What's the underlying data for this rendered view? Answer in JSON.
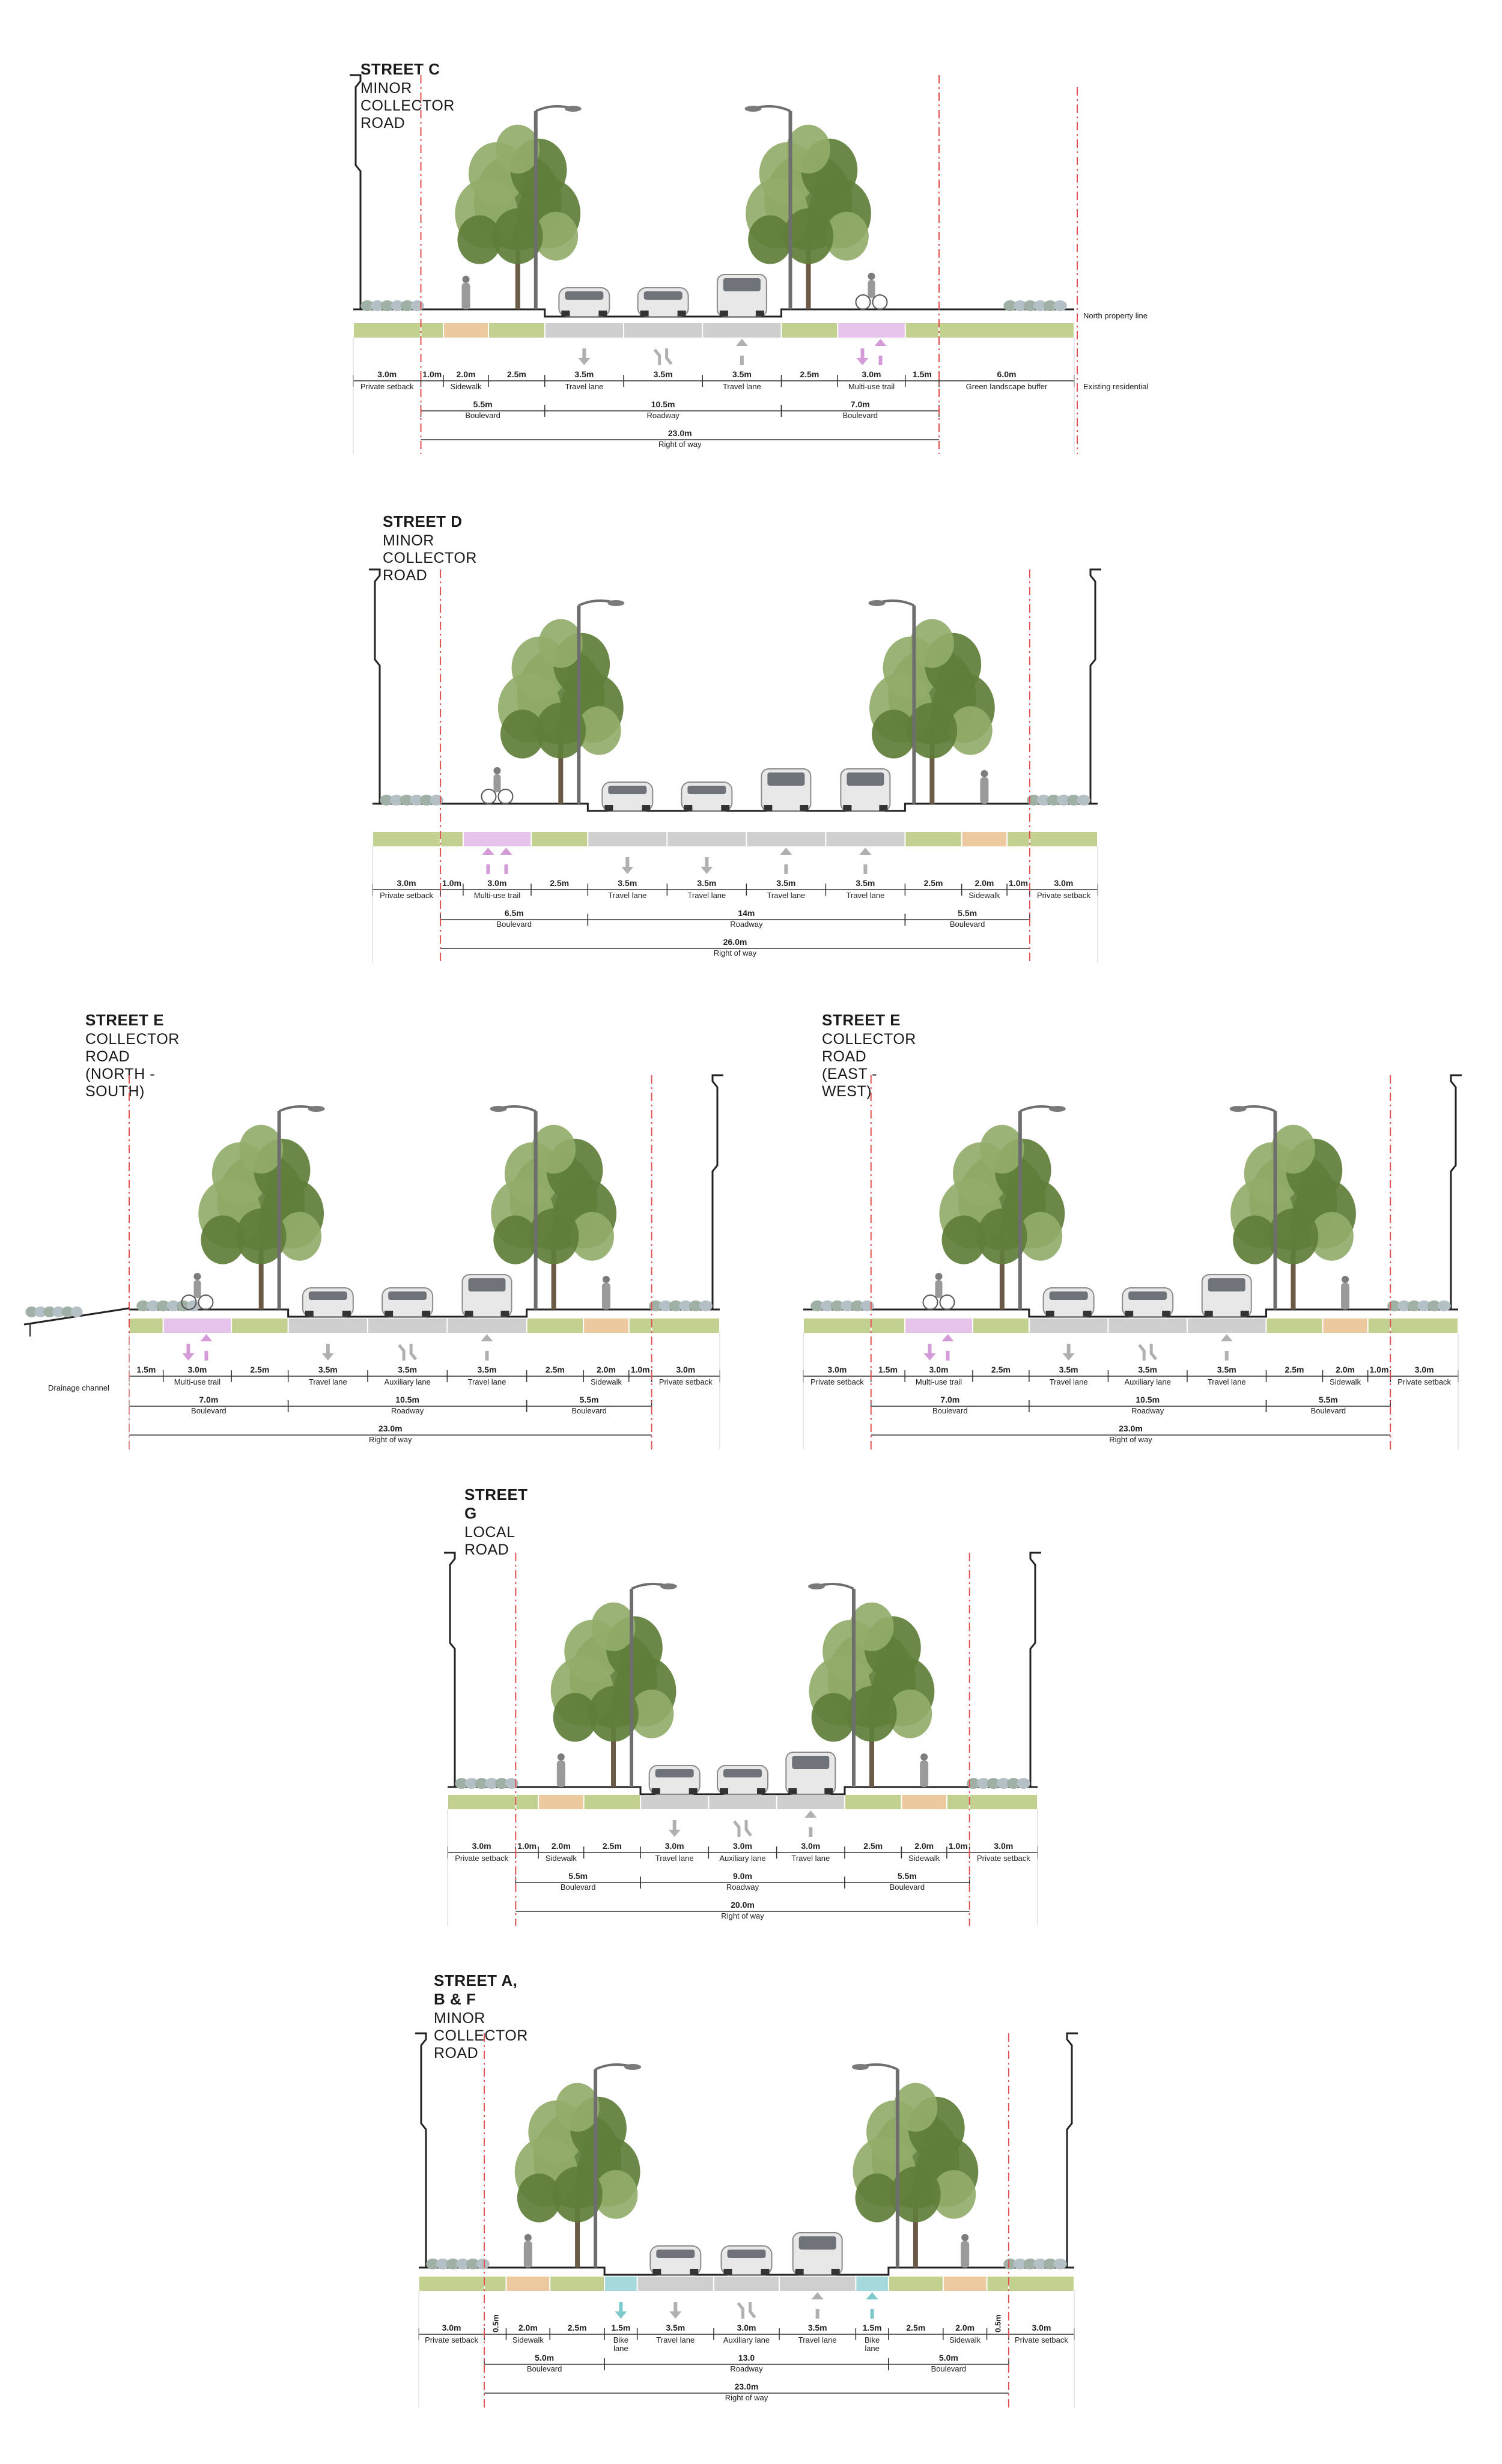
{
  "colors": {
    "green": "#c2d18f",
    "sidewalk": "#ecc99f",
    "trail": "#e6c3ea",
    "road": "#cfcfcf",
    "bike": "#a6d9dc",
    "redline": "#e05050",
    "tree_dark": "#5f7e3a",
    "tree_light": "#93ad6a",
    "arrow_grey": "#b0b0b0",
    "arrow_pink": "#d59bd9",
    "arrow_teal": "#7ec9cc"
  },
  "sections": [
    {
      "name": "STREET C",
      "type": "MINOR COLLECTOR ROAD",
      "strips": [
        {
          "w": 3.0,
          "kind": "green",
          "arrow": "none",
          "label": "3.0m",
          "sub": "Private setback"
        },
        {
          "w": 1.0,
          "kind": "green",
          "arrow": "none",
          "label": "1.0m",
          "sub": ""
        },
        {
          "w": 2.0,
          "kind": "sidewalk",
          "arrow": "none",
          "label": "2.0m",
          "sub": "Sidewalk"
        },
        {
          "w": 2.5,
          "kind": "green",
          "arrow": "none",
          "label": "2.5m",
          "sub": ""
        },
        {
          "w": 3.5,
          "kind": "road",
          "arrow": "down",
          "label": "3.5m",
          "sub": "Travel lane"
        },
        {
          "w": 3.5,
          "kind": "road",
          "arrow": "turn",
          "label": "3.5m",
          "sub": ""
        },
        {
          "w": 3.5,
          "kind": "road",
          "arrow": "up",
          "label": "3.5m",
          "sub": "Travel lane"
        },
        {
          "w": 2.5,
          "kind": "green",
          "arrow": "none",
          "label": "2.5m",
          "sub": ""
        },
        {
          "w": 3.0,
          "kind": "trail",
          "arrow": "pink-both",
          "label": "3.0m",
          "sub": "Multi-use trail"
        },
        {
          "w": 1.5,
          "kind": "green",
          "arrow": "none",
          "label": "1.5m",
          "sub": ""
        },
        {
          "w": 6.0,
          "kind": "green",
          "arrow": "none",
          "label": "6.0m",
          "sub": "Green landscape buffer"
        }
      ],
      "spans": [
        {
          "from": 1,
          "to": 3,
          "label": "5.5m",
          "sub": "Boulevard"
        },
        {
          "from": 4,
          "to": 6,
          "label": "10.5m",
          "sub": "Roadway"
        },
        {
          "from": 7,
          "to": 9,
          "label": "7.0m",
          "sub": "Boulevard"
        }
      ],
      "row": {
        "label": "23.0m",
        "sub": "Right of way"
      },
      "notes": {
        "right_upper": "North property line",
        "right_lower": "Existing residential"
      }
    },
    {
      "name": "STREET D",
      "type": "MINOR COLLECTOR ROAD",
      "strips": [
        {
          "w": 3.0,
          "kind": "green",
          "arrow": "none",
          "label": "3.0m",
          "sub": "Private setback"
        },
        {
          "w": 1.0,
          "kind": "green",
          "arrow": "none",
          "label": "1.0m",
          "sub": ""
        },
        {
          "w": 3.0,
          "kind": "trail",
          "arrow": "pink-up",
          "label": "3.0m",
          "sub": "Multi-use trail"
        },
        {
          "w": 2.5,
          "kind": "green",
          "arrow": "none",
          "label": "2.5m",
          "sub": ""
        },
        {
          "w": 3.5,
          "kind": "road",
          "arrow": "down",
          "label": "3.5m",
          "sub": "Travel lane"
        },
        {
          "w": 3.5,
          "kind": "road",
          "arrow": "down",
          "label": "3.5m",
          "sub": "Travel lane"
        },
        {
          "w": 3.5,
          "kind": "road",
          "arrow": "up",
          "label": "3.5m",
          "sub": "Travel lane"
        },
        {
          "w": 3.5,
          "kind": "road",
          "arrow": "up",
          "label": "3.5m",
          "sub": "Travel lane"
        },
        {
          "w": 2.5,
          "kind": "green",
          "arrow": "none",
          "label": "2.5m",
          "sub": ""
        },
        {
          "w": 2.0,
          "kind": "sidewalk",
          "arrow": "none",
          "label": "2.0m",
          "sub": "Sidewalk"
        },
        {
          "w": 1.0,
          "kind": "green",
          "arrow": "none",
          "label": "1.0m",
          "sub": ""
        },
        {
          "w": 3.0,
          "kind": "green",
          "arrow": "none",
          "label": "3.0m",
          "sub": "Private setback"
        }
      ],
      "spans": [
        {
          "from": 1,
          "to": 3,
          "label": "6.5m",
          "sub": "Boulevard"
        },
        {
          "from": 4,
          "to": 7,
          "label": "14m",
          "sub": "Roadway"
        },
        {
          "from": 8,
          "to": 10,
          "label": "5.5m",
          "sub": "Boulevard"
        }
      ],
      "row": {
        "label": "26.0m",
        "sub": "Right of way"
      },
      "notes": {
        "right_upper": "",
        "right_lower": ""
      }
    },
    {
      "name": "STREET E",
      "type": "COLLECTOR ROAD (NORTH - SOUTH)",
      "strips": [
        {
          "w": 1.5,
          "kind": "green",
          "arrow": "none",
          "label": "1.5m",
          "sub": ""
        },
        {
          "w": 3.0,
          "kind": "trail",
          "arrow": "pink-both",
          "label": "3.0m",
          "sub": "Multi-use trail"
        },
        {
          "w": 2.5,
          "kind": "green",
          "arrow": "none",
          "label": "2.5m",
          "sub": ""
        },
        {
          "w": 3.5,
          "kind": "road",
          "arrow": "down",
          "label": "3.5m",
          "sub": "Travel lane"
        },
        {
          "w": 3.5,
          "kind": "road",
          "arrow": "turn",
          "label": "3.5m",
          "sub": "Auxiliary lane"
        },
        {
          "w": 3.5,
          "kind": "road",
          "arrow": "up",
          "label": "3.5m",
          "sub": "Travel lane"
        },
        {
          "w": 2.5,
          "kind": "green",
          "arrow": "none",
          "label": "2.5m",
          "sub": ""
        },
        {
          "w": 2.0,
          "kind": "sidewalk",
          "arrow": "none",
          "label": "2.0m",
          "sub": "Sidewalk"
        },
        {
          "w": 1.0,
          "kind": "green",
          "arrow": "none",
          "label": "1.0m",
          "sub": ""
        },
        {
          "w": 3.0,
          "kind": "green",
          "arrow": "none",
          "label": "3.0m",
          "sub": "Private setback"
        }
      ],
      "spans": [
        {
          "from": 0,
          "to": 2,
          "label": "7.0m",
          "sub": "Boulevard"
        },
        {
          "from": 3,
          "to": 5,
          "label": "10.5m",
          "sub": "Roadway"
        },
        {
          "from": 6,
          "to": 8,
          "label": "5.5m",
          "sub": "Boulevard"
        }
      ],
      "row": {
        "label": "23.0m",
        "sub": "Right of way"
      },
      "notes": {
        "left": "Drainage channel"
      }
    },
    {
      "name": "STREET E",
      "type": "COLLECTOR ROAD (EAST - WEST)",
      "strips": [
        {
          "w": 3.0,
          "kind": "green",
          "arrow": "none",
          "label": "3.0m",
          "sub": "Private setback"
        },
        {
          "w": 1.5,
          "kind": "green",
          "arrow": "none",
          "label": "1.5m",
          "sub": ""
        },
        {
          "w": 3.0,
          "kind": "trail",
          "arrow": "pink-both",
          "label": "3.0m",
          "sub": "Multi-use trail"
        },
        {
          "w": 2.5,
          "kind": "green",
          "arrow": "none",
          "label": "2.5m",
          "sub": ""
        },
        {
          "w": 3.5,
          "kind": "road",
          "arrow": "down",
          "label": "3.5m",
          "sub": "Travel lane"
        },
        {
          "w": 3.5,
          "kind": "road",
          "arrow": "turn",
          "label": "3.5m",
          "sub": "Auxiliary lane"
        },
        {
          "w": 3.5,
          "kind": "road",
          "arrow": "up",
          "label": "3.5m",
          "sub": "Travel lane"
        },
        {
          "w": 2.5,
          "kind": "green",
          "arrow": "none",
          "label": "2.5m",
          "sub": ""
        },
        {
          "w": 2.0,
          "kind": "sidewalk",
          "arrow": "none",
          "label": "2.0m",
          "sub": "Sidewalk"
        },
        {
          "w": 1.0,
          "kind": "green",
          "arrow": "none",
          "label": "1.0m",
          "sub": ""
        },
        {
          "w": 3.0,
          "kind": "green",
          "arrow": "none",
          "label": "3.0m",
          "sub": "Private setback"
        }
      ],
      "spans": [
        {
          "from": 1,
          "to": 3,
          "label": "7.0m",
          "sub": "Boulevard"
        },
        {
          "from": 4,
          "to": 6,
          "label": "10.5m",
          "sub": "Roadway"
        },
        {
          "from": 7,
          "to": 9,
          "label": "5.5m",
          "sub": "Boulevard"
        }
      ],
      "row": {
        "label": "23.0m",
        "sub": "Right of way"
      },
      "notes": {}
    },
    {
      "name": "STREET G",
      "type": "LOCAL ROAD",
      "strips": [
        {
          "w": 3.0,
          "kind": "green",
          "arrow": "none",
          "label": "3.0m",
          "sub": "Private setback"
        },
        {
          "w": 1.0,
          "kind": "green",
          "arrow": "none",
          "label": "1.0m",
          "sub": ""
        },
        {
          "w": 2.0,
          "kind": "sidewalk",
          "arrow": "none",
          "label": "2.0m",
          "sub": "Sidewalk"
        },
        {
          "w": 2.5,
          "kind": "green",
          "arrow": "none",
          "label": "2.5m",
          "sub": ""
        },
        {
          "w": 3.0,
          "kind": "road",
          "arrow": "down",
          "label": "3.0m",
          "sub": "Travel lane"
        },
        {
          "w": 3.0,
          "kind": "road",
          "arrow": "turn",
          "label": "3.0m",
          "sub": "Auxiliary lane"
        },
        {
          "w": 3.0,
          "kind": "road",
          "arrow": "up",
          "label": "3.0m",
          "sub": "Travel lane"
        },
        {
          "w": 2.5,
          "kind": "green",
          "arrow": "none",
          "label": "2.5m",
          "sub": ""
        },
        {
          "w": 2.0,
          "kind": "sidewalk",
          "arrow": "none",
          "label": "2.0m",
          "sub": "Sidewalk"
        },
        {
          "w": 1.0,
          "kind": "green",
          "arrow": "none",
          "label": "1.0m",
          "sub": ""
        },
        {
          "w": 3.0,
          "kind": "green",
          "arrow": "none",
          "label": "3.0m",
          "sub": "Private setback"
        }
      ],
      "spans": [
        {
          "from": 1,
          "to": 3,
          "label": "5.5m",
          "sub": "Boulevard"
        },
        {
          "from": 4,
          "to": 6,
          "label": "9.0m",
          "sub": "Roadway"
        },
        {
          "from": 7,
          "to": 9,
          "label": "5.5m",
          "sub": "Boulevard"
        }
      ],
      "row": {
        "label": "20.0m",
        "sub": "Right of way"
      },
      "notes": {}
    },
    {
      "name": "STREET A, B & F",
      "type": "MINOR COLLECTOR ROAD",
      "strips": [
        {
          "w": 3.0,
          "kind": "green",
          "arrow": "none",
          "label": "3.0m",
          "sub": "Private setback"
        },
        {
          "w": 1.0,
          "kind": "green",
          "arrow": "none",
          "label": "0.5m",
          "sub": "",
          "vertical": true
        },
        {
          "w": 2.0,
          "kind": "sidewalk",
          "arrow": "none",
          "label": "2.0m",
          "sub": "Sidewalk"
        },
        {
          "w": 2.5,
          "kind": "green",
          "arrow": "none",
          "label": "2.5m",
          "sub": ""
        },
        {
          "w": 1.5,
          "kind": "bike",
          "arrow": "teal-down",
          "label": "1.5m",
          "sub": "Bike lane"
        },
        {
          "w": 3.5,
          "kind": "road",
          "arrow": "down",
          "label": "3.5m",
          "sub": "Travel lane"
        },
        {
          "w": 3.0,
          "kind": "road",
          "arrow": "turn",
          "label": "3.0m",
          "sub": "Auxiliary lane"
        },
        {
          "w": 3.5,
          "kind": "road",
          "arrow": "up",
          "label": "3.5m",
          "sub": "Travel lane"
        },
        {
          "w": 1.5,
          "kind": "bike",
          "arrow": "teal-up",
          "label": "1.5m",
          "sub": "Bike lane"
        },
        {
          "w": 2.5,
          "kind": "green",
          "arrow": "none",
          "label": "2.5m",
          "sub": ""
        },
        {
          "w": 2.0,
          "kind": "sidewalk",
          "arrow": "none",
          "label": "2.0m",
          "sub": "Sidewalk"
        },
        {
          "w": 1.0,
          "kind": "green",
          "arrow": "none",
          "label": "0.5m",
          "sub": "",
          "vertical": true
        },
        {
          "w": 3.0,
          "kind": "green",
          "arrow": "none",
          "label": "3.0m",
          "sub": "Private setback"
        }
      ],
      "spans": [
        {
          "from": 1,
          "to": 3,
          "label": "5.0m",
          "sub": "Boulevard"
        },
        {
          "from": 4,
          "to": 8,
          "label": "13.0",
          "sub": "Roadway"
        },
        {
          "from": 9,
          "to": 11,
          "label": "5.0m",
          "sub": "Boulevard"
        }
      ],
      "row": {
        "label": "23.0m",
        "sub": "Right of way"
      },
      "notes": {}
    }
  ]
}
